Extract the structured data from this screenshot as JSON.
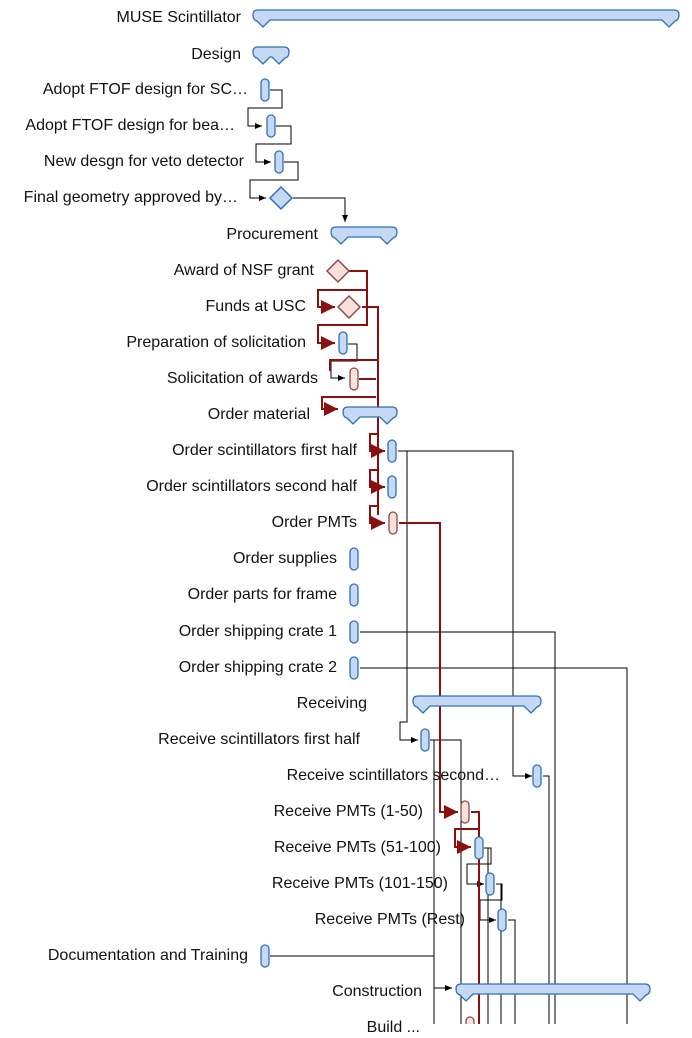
{
  "colors": {
    "task_fill": "#c5d9f5",
    "task_stroke": "#2f6fb8",
    "critical_fill": "#fbe0de",
    "critical_stroke": "#8b4a48",
    "critical_line": "#8b0f0f",
    "dependency_line": "#000000"
  },
  "rows": [
    {
      "id": "r0",
      "label": "MUSE Scintillator",
      "type": "summary",
      "critical": false
    },
    {
      "id": "r1",
      "label": "Design",
      "type": "summary",
      "critical": false
    },
    {
      "id": "r2",
      "label": "Adopt FTOF design for SC…",
      "type": "task",
      "critical": false
    },
    {
      "id": "r3",
      "label": "Adopt FTOF design for bea…",
      "type": "task",
      "critical": false
    },
    {
      "id": "r4",
      "label": "New desgn for veto detector",
      "type": "task",
      "critical": false
    },
    {
      "id": "r5",
      "label": "Final geometry approved by…",
      "type": "milestone",
      "critical": false
    },
    {
      "id": "r6",
      "label": "Procurement",
      "type": "summary",
      "critical": false
    },
    {
      "id": "r7",
      "label": "Award of NSF grant",
      "type": "milestone",
      "critical": true
    },
    {
      "id": "r8",
      "label": "Funds at USC",
      "type": "milestone",
      "critical": true
    },
    {
      "id": "r9",
      "label": "Preparation of solicitation",
      "type": "task",
      "critical": false
    },
    {
      "id": "r10",
      "label": "Solicitation of awards",
      "type": "task",
      "critical": true
    },
    {
      "id": "r11",
      "label": "Order material",
      "type": "summary",
      "critical": false
    },
    {
      "id": "r12",
      "label": "Order scintillators first half",
      "type": "task",
      "critical": false
    },
    {
      "id": "r13",
      "label": "Order scintillators second half",
      "type": "task",
      "critical": false
    },
    {
      "id": "r14",
      "label": "Order PMTs",
      "type": "task",
      "critical": true
    },
    {
      "id": "r15",
      "label": "Order supplies",
      "type": "task",
      "critical": false
    },
    {
      "id": "r16",
      "label": "Order parts for frame",
      "type": "task",
      "critical": false
    },
    {
      "id": "r17",
      "label": "Order shipping crate 1",
      "type": "task",
      "critical": false
    },
    {
      "id": "r18",
      "label": "Order shipping crate 2",
      "type": "task",
      "critical": false
    },
    {
      "id": "r19",
      "label": "Receiving",
      "type": "summary",
      "critical": false
    },
    {
      "id": "r20",
      "label": "Receive scintillators first half",
      "type": "task",
      "critical": false
    },
    {
      "id": "r21",
      "label": "Receive scintillators second…",
      "type": "task",
      "critical": false
    },
    {
      "id": "r22",
      "label": "Receive PMTs (1-50)",
      "type": "task",
      "critical": true
    },
    {
      "id": "r23",
      "label": "Receive PMTs (51-100)",
      "type": "task",
      "critical": false
    },
    {
      "id": "r24",
      "label": "Receive PMTs (101-150)",
      "type": "task",
      "critical": false
    },
    {
      "id": "r25",
      "label": "Receive PMTs (Rest)",
      "type": "task",
      "critical": false
    },
    {
      "id": "r26",
      "label": "Documentation and Training",
      "type": "task",
      "critical": false
    },
    {
      "id": "r27",
      "label": "Construction",
      "type": "summary",
      "critical": false
    },
    {
      "id": "r28",
      "label": "Build ... (partially visible)",
      "type": "task",
      "critical": true
    }
  ]
}
